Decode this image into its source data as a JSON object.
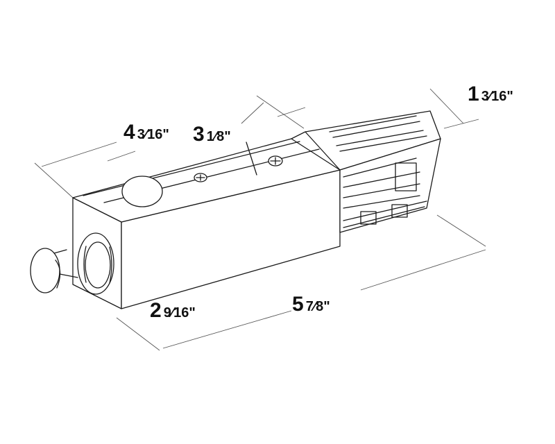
{
  "dimensions": {
    "length_a": {
      "whole": "4",
      "fraction": "3⁄16\""
    },
    "length_b": {
      "whole": "3",
      "fraction": "1⁄8\""
    },
    "width": {
      "whole": "1",
      "fraction": "3⁄16\""
    },
    "height": {
      "whole": "2",
      "fraction": "9⁄16\""
    },
    "total_length": {
      "whole": "5",
      "fraction": "7⁄8\""
    }
  },
  "colors": {
    "line": "#1a1a1a",
    "dimension_line": "#555555",
    "background": "#ffffff"
  }
}
